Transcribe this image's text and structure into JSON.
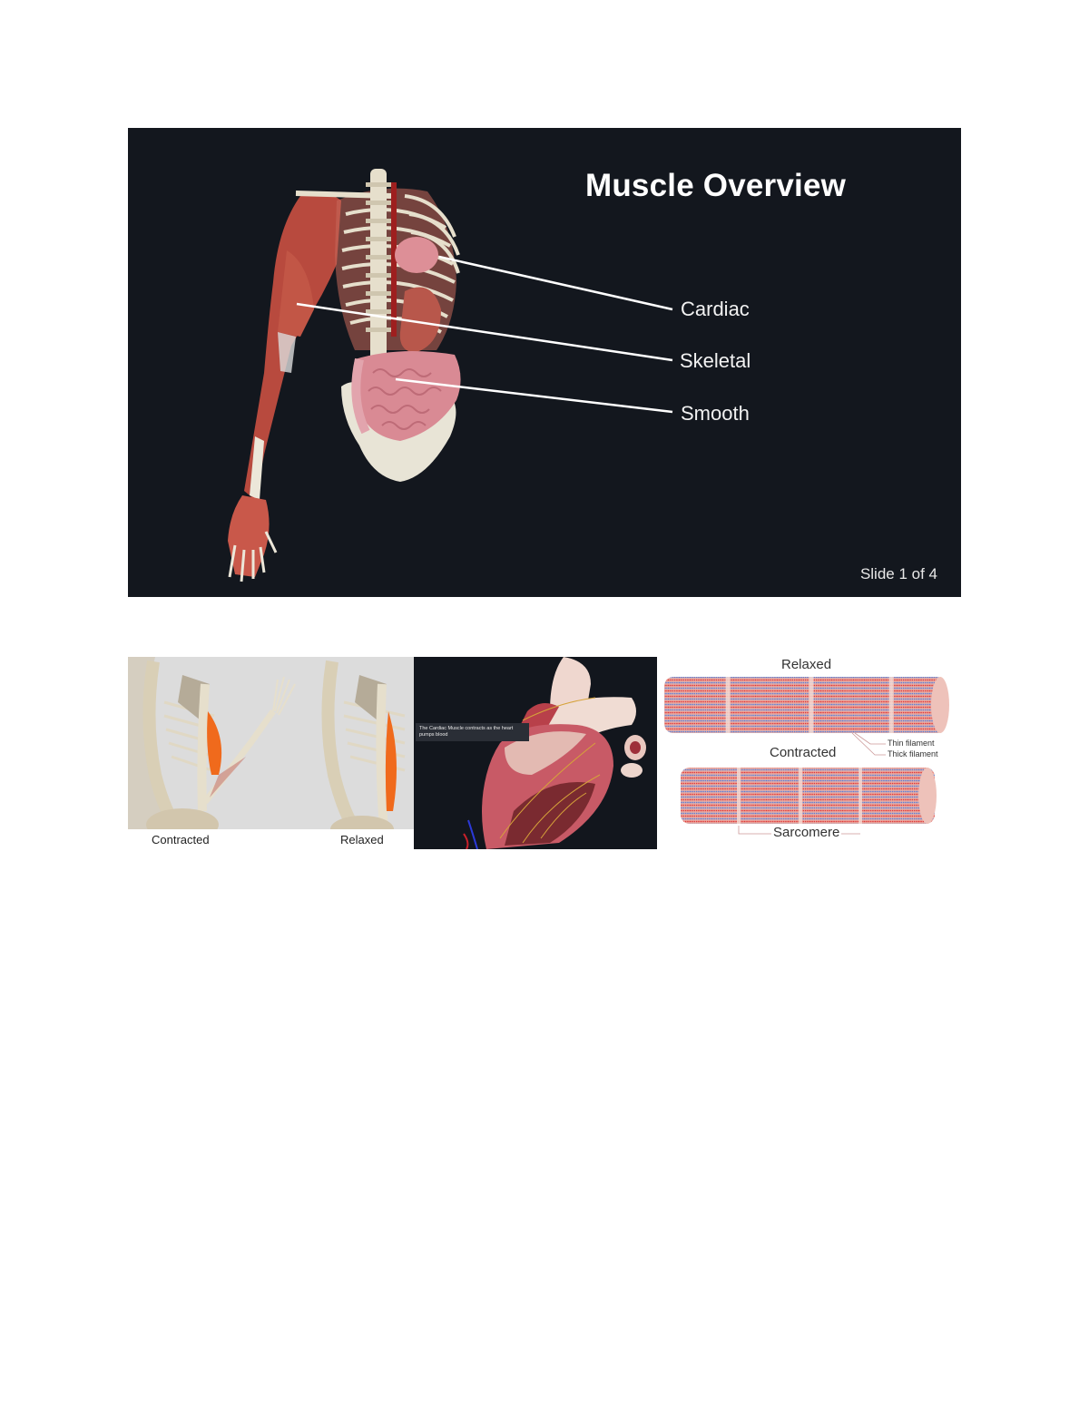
{
  "slide": {
    "title": "Muscle Overview",
    "labels": {
      "cardiac": "Cardiac",
      "skeletal": "Skeletal",
      "smooth": "Smooth"
    },
    "counter": "Slide 1 of 4",
    "colors": {
      "background": "#13171e",
      "text": "#ffffff",
      "muscle": "#b84a3e",
      "bone": "#e6dfcc",
      "intestine": "#d98a94"
    }
  },
  "figures": {
    "skeletal_motion": {
      "captions": {
        "left": "Contracted",
        "right": "Relaxed"
      },
      "colors": {
        "muscle_highlight": "#f06a1c",
        "background": "#dcdcdc"
      }
    },
    "cardiac": {
      "tooltip": "The Cardiac Muscle contracts as the heart pumps blood"
    },
    "sarcomere": {
      "relaxed_label": "Relaxed",
      "contracted_label": "Contracted",
      "thin_filament_label": "Thin filament",
      "thick_filament_label": "Thick filament",
      "sarcomere_label": "Sarcomere",
      "colors": {
        "thin": "#e03a3a",
        "thick": "#5a7fd6",
        "fiber": "#e8a9a0"
      }
    }
  }
}
